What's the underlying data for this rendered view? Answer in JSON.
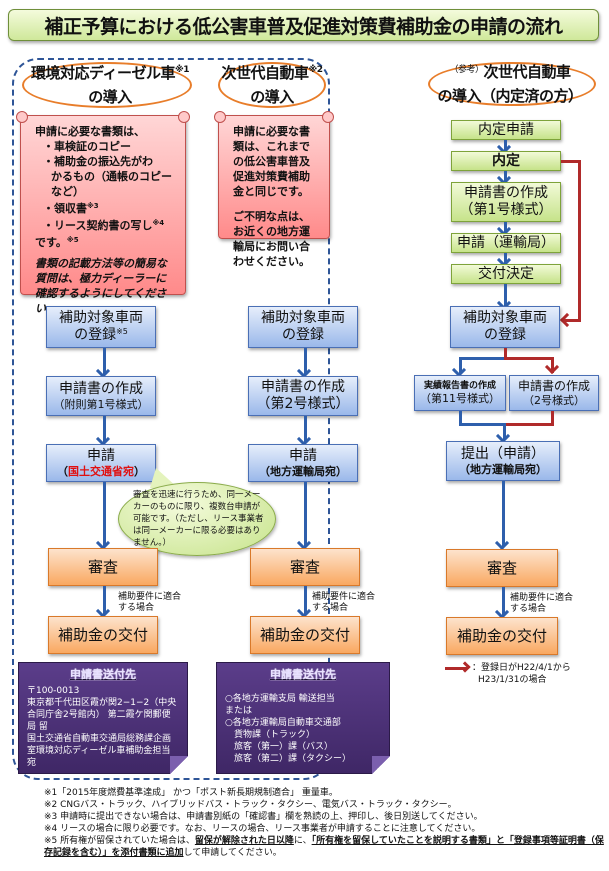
{
  "title": "補正予算における低公害車普及促進対策費補助金の申請の流れ",
  "colors": {
    "accent_blue": "#2e5fac",
    "alt_route_red": "#b02a2a",
    "title_green": "#cfe89a",
    "note_red": "#ff8a8a",
    "box_orange": "#f9a860",
    "box_blue": "#9ab8ea",
    "box_green": "#c6e38a",
    "note_purple": "#4a2f75",
    "highlight_red": "#e01010"
  },
  "columns": {
    "diesel": {
      "heading_line1": "環境対応ディーゼル車",
      "heading_note": "※1",
      "heading_line2": "の導入",
      "note": {
        "intro": "申請に必要な書類は、",
        "items": [
          "・車検証のコピー",
          "・補助金の振込先がわ",
          "かるもの（通帳のコピー",
          "など）",
          "・領収書",
          "・リース契約書の写し"
        ],
        "item_receipt_note": "※3",
        "item_lease_note": "※4",
        "end": "です。",
        "end_note": "※5",
        "italic": "書類の記載方法等の簡易な質問は、極力ディーラーに確認するようにしてください。"
      },
      "steps": {
        "register_line1": "補助対象車両",
        "register_line2": "の登録",
        "register_note": "※5",
        "create_line1": "申請書の作成",
        "create_line2": "（附則第1号様式）",
        "apply_line1": "申請",
        "apply_open": "（",
        "apply_dest": "国土交通省宛",
        "apply_close": "）",
        "review": "審査",
        "grant": "補助金の交付"
      },
      "bubble": "審査を迅速に行うため、同一メーカーのものに限り、複数台申請が可能です。（ただし、リース事業者は同一メーカーに限る必要はありません。）",
      "condition_line1": "補助要件に適合",
      "condition_line2": "する場合",
      "send_to": {
        "title": "申請書送付先",
        "lines": [
          "〒100-0013",
          "東京都千代田区霞が関2−1−2（中央合同庁舎2号館内） 第二霞ケ関郵便局 留",
          "国土交通省自動車交通局総務課企画室環境対応ディーゼル車補助金担当宛"
        ]
      }
    },
    "nextgen": {
      "heading_line1": "次世代自動車",
      "heading_note": "※2",
      "heading_line2": "の導入",
      "note": {
        "para1": "申請に必要な書類は、これまでの低公害車普及促進対策費補助金と同じです。",
        "para2": "ご不明な点は、お近くの地方運輸局にお問い合わせください。"
      },
      "steps": {
        "register_line1": "補助対象車両",
        "register_line2": "の登録",
        "create_line1": "申請書の作成",
        "create_line2": "（第2号様式）",
        "apply_line1": "申請",
        "apply_line2": "（地方運輸局宛）",
        "review": "審査",
        "grant": "補助金の交付"
      },
      "condition_line1": "補助要件に適合",
      "condition_line2": "する場合",
      "send_to": {
        "title": "申請書送付先",
        "lines": [
          "○各地方運輸支局 輸送担当",
          "または",
          "○各地方運輸局自動車交通部",
          "　貨物課（トラック）",
          "　旅客（第一）課（バス）",
          "　旅客（第二）課（タクシー）"
        ]
      }
    },
    "reference": {
      "ref_tag": "（参考）",
      "heading_line1": "次世代自動車",
      "heading_line2": "の導入（内定済の方）",
      "steps": {
        "naitei_apply": "内定申請",
        "naitei": "内定",
        "create_line1": "申請書の作成",
        "create_line2": "（第1号様式）",
        "apply": "申請（運輸局）",
        "decision": "交付決定",
        "register_line1": "補助対象車両",
        "register_line2": "の登録",
        "report_line1": "実績報告書の作成",
        "report_line2": "（第11号様式）",
        "create2_line1": "申請書の作成",
        "create2_line2": "（2号様式）",
        "submit_line1": "提出（申請）",
        "submit_line2": "（地方運輸局宛）",
        "review": "審査",
        "grant": "補助金の交付"
      },
      "condition_line1": "補助要件に適合",
      "condition_line2": "する場合",
      "legend_line1": "：登録日がH22/4/1から",
      "legend_line2": "H23/1/31の場合"
    }
  },
  "footnotes": {
    "n1": "※1「2015年度燃費基準達成」 かつ「ポスト新長期規制適合」 重量車。",
    "n2": "※2  CNGバス・トラック、ハイブリッドバス・トラック・タクシー、電気バス・トラック・タクシー。",
    "n3": "※3  申請時に提出できない場合は、申請書別紙の「確認書」欄を熟読の上、押印し、後日別送してください。",
    "n4": "※4  リースの場合に限り必要です。なお、リースの場合、リース事業者が申請することに注意してください。",
    "n5_a": "※5  所有権が留保されていた場合は、",
    "n5_b": "留保が解除された日以降",
    "n5_c": "に、",
    "n5_d": "「所有権を留保していたことを説明する書類」と「登録事項等証明書（保存記録を含む）」を添付書類に追加",
    "n5_e": "して申請してください。"
  }
}
